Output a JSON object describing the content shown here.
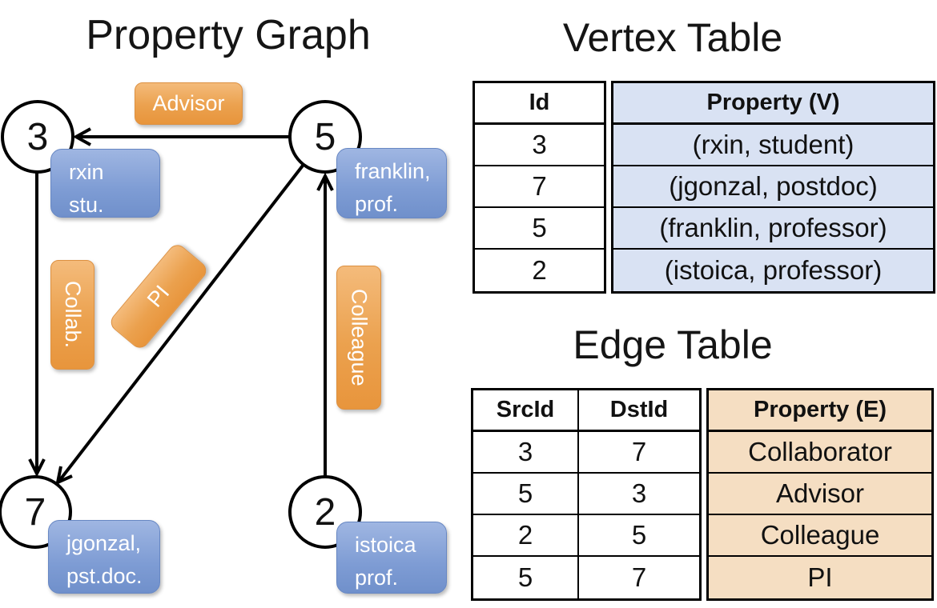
{
  "graph": {
    "title": "Property Graph",
    "nodes": [
      {
        "id": "3",
        "line1": "rxin",
        "line2": "stu."
      },
      {
        "id": "5",
        "line1": "franklin,",
        "line2": "prof."
      },
      {
        "id": "7",
        "line1": "jgonzal,",
        "line2": "pst.doc."
      },
      {
        "id": "2",
        "line1": "istoica",
        "line2": "prof."
      }
    ],
    "edge_labels": {
      "advisor": "Advisor",
      "collab": "Collab.",
      "pi": "PI",
      "colleague": "Colleague"
    }
  },
  "vertex_table": {
    "title": "Vertex Table",
    "columns": [
      "Id",
      "Property (V)"
    ],
    "rows": [
      [
        "3",
        "(rxin, student)"
      ],
      [
        "7",
        "(jgonzal, postdoc)"
      ],
      [
        "5",
        "(franklin, professor)"
      ],
      [
        "2",
        "(istoica, professor)"
      ]
    ]
  },
  "edge_table": {
    "title": "Edge Table",
    "columns": [
      "SrcId",
      "DstId",
      "Property (E)"
    ],
    "rows": [
      [
        "3",
        "7",
        "Collaborator"
      ],
      [
        "5",
        "3",
        "Advisor"
      ],
      [
        "2",
        "5",
        "Colleague"
      ],
      [
        "5",
        "7",
        "PI"
      ]
    ]
  },
  "colors": {
    "vertex_property_fill": "#d9e2f3",
    "edge_property_fill": "#f5dec2",
    "orange_box_top": "#f4bb7b",
    "orange_box_bottom": "#e8953c",
    "blue_box_top": "#9fb6e2",
    "blue_box_bottom": "#7090cb",
    "line_color": "#000000"
  }
}
